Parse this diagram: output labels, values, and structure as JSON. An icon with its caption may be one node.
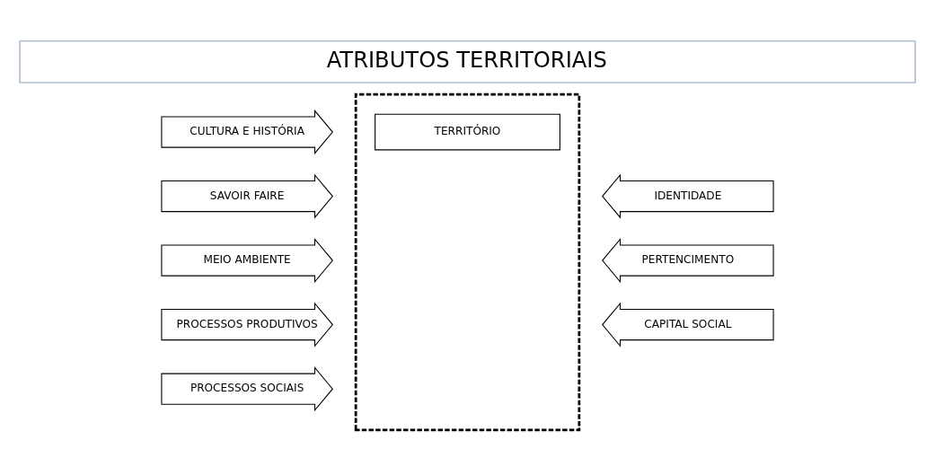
{
  "diagram": {
    "title": "ATRIBUTOS TERRITORIAIS",
    "nodes": [
      {
        "text": [],
        "shape": "box"
      },
      {
        "text": [
          "TERRITÓRIO"
        ],
        "in": 0
      },
      {
        "text": [
          "CULTURA E HISTÓRIA"
        ]
      },
      {
        "text": [
          "SAVOIR FAIRE"
        ]
      },
      {
        "text": [
          "MEIO AMBIENTE"
        ]
      },
      {
        "text": [
          "PROCESSOS PRODUTIVOS"
        ]
      },
      {
        "text": [
          "PROCESSOS SOCIAIS"
        ]
      },
      {
        "text": [
          "IDENTIDADE"
        ]
      },
      {
        "text": [
          "PERTENCIMENTO"
        ]
      },
      {
        "text": [
          "CAPITAL SOCIAL"
        ]
      }
    ],
    "edges": []
  }
}
